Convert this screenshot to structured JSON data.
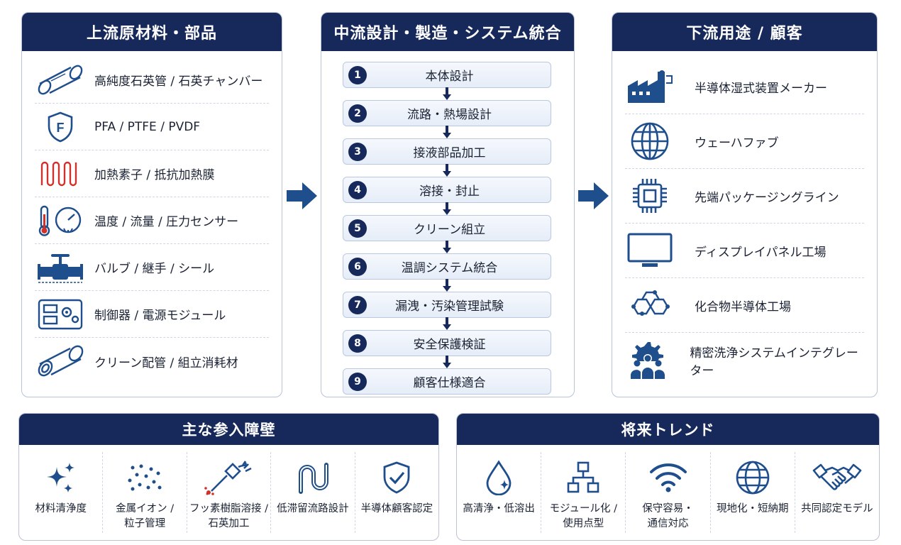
{
  "colors": {
    "navy": "#16295a",
    "blue": "#1f4e8c",
    "red": "#d0312d",
    "border": "#b9c3d6"
  },
  "upstream": {
    "title": "上流原材料・部品",
    "items": [
      {
        "label": "高純度石英管 / 石英チャンバー",
        "icon": "quartz-tube-icon"
      },
      {
        "label": "PFA / PTFE / PVDF",
        "icon": "fluoro-shield-icon"
      },
      {
        "label": "加熱素子 / 抵抗加熱膜",
        "icon": "heater-coil-icon"
      },
      {
        "label": "温度 / 流量 / 圧力センサー",
        "icon": "sensor-gauge-icon"
      },
      {
        "label": "バルブ / 継手 / シール",
        "icon": "valve-icon"
      },
      {
        "label": "制御器 / 電源モジュール",
        "icon": "controller-icon"
      },
      {
        "label": "クリーン配管 / 組立消耗材",
        "icon": "pipe-icon"
      }
    ]
  },
  "midstream": {
    "title": "中流設計・製造・システム統合",
    "steps": [
      {
        "num": "1",
        "label": "本体設計"
      },
      {
        "num": "2",
        "label": "流路・熱場設計"
      },
      {
        "num": "3",
        "label": "接液部品加工"
      },
      {
        "num": "4",
        "label": "溶接・封止"
      },
      {
        "num": "5",
        "label": "クリーン組立"
      },
      {
        "num": "6",
        "label": "温調システム統合"
      },
      {
        "num": "7",
        "label": "漏洩・汚染管理試験"
      },
      {
        "num": "8",
        "label": "安全保護検証"
      },
      {
        "num": "9",
        "label": "顧客仕様適合"
      }
    ]
  },
  "downstream": {
    "title": "下流用途 / 顧客",
    "items": [
      {
        "label": "半導体湿式装置メーカー",
        "icon": "factory-icon"
      },
      {
        "label": "ウェーハファブ",
        "icon": "wafer-globe-icon"
      },
      {
        "label": "先端パッケージングライン",
        "icon": "chip-icon"
      },
      {
        "label": "ディスプレイパネル工場",
        "icon": "monitor-icon"
      },
      {
        "label": "化合物半導体工場",
        "icon": "hexagon-molecule-icon"
      },
      {
        "label": "精密洗浄システムインテグレーター",
        "icon": "gear-team-icon"
      }
    ]
  },
  "barriers": {
    "title": "主な参入障壁",
    "items": [
      {
        "label": "材料清浄度",
        "icon": "sparkle-icon"
      },
      {
        "label": "金属イオン /\n粒子管理",
        "icon": "particles-icon"
      },
      {
        "label": "フッ素樹脂溶接 /\n石英加工",
        "icon": "welding-torch-icon"
      },
      {
        "label": "低滞留流路設計",
        "icon": "flow-path-icon"
      },
      {
        "label": "半導体顧客認定",
        "icon": "check-shield-icon"
      }
    ]
  },
  "trends": {
    "title": "将来トレンド",
    "items": [
      {
        "label": "高清浄・低溶出",
        "icon": "droplet-icon"
      },
      {
        "label": "モジュール化 /\n使用点型",
        "icon": "module-blocks-icon"
      },
      {
        "label": "保守容易・\n通信対応",
        "icon": "wifi-icon"
      },
      {
        "label": "現地化・短納期",
        "icon": "globe-icon"
      },
      {
        "label": "共同認定モデル",
        "icon": "handshake-icon"
      }
    ]
  }
}
